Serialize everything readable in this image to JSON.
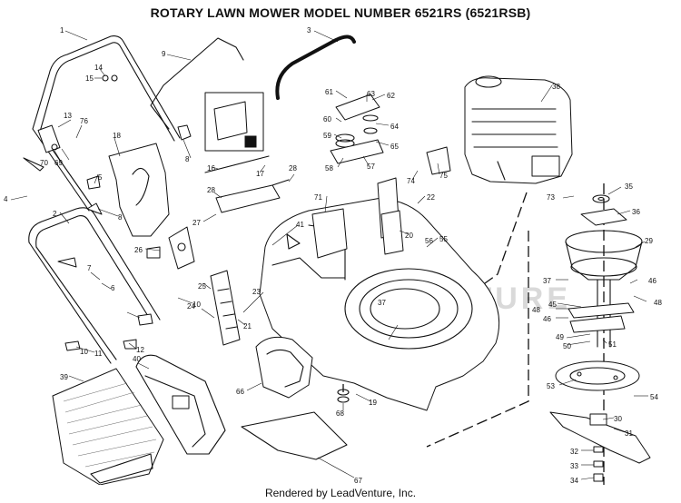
{
  "title": "ROTARY LAWN MOWER MODEL NUMBER 6521RS (6521RSB)",
  "credit": "Rendered by LeadVenture, Inc.",
  "watermark": "LEADVENTURE",
  "callouts": [
    "1",
    "2",
    "3",
    "4",
    "5",
    "6",
    "7",
    "8",
    "9",
    "10",
    "11",
    "12",
    "13",
    "14",
    "15",
    "16",
    "17",
    "18",
    "19",
    "20",
    "21",
    "22",
    "23",
    "24",
    "25",
    "26",
    "27",
    "28",
    "29",
    "30",
    "31",
    "32",
    "33",
    "34",
    "35",
    "36",
    "37",
    "38",
    "39",
    "40",
    "41",
    "45",
    "46",
    "48",
    "49",
    "50",
    "51",
    "53",
    "54",
    "55",
    "56",
    "57",
    "58",
    "59",
    "60",
    "61",
    "62",
    "63",
    "64",
    "65",
    "66",
    "67",
    "68",
    "69",
    "70",
    "71",
    "73",
    "74",
    "75",
    "76"
  ]
}
